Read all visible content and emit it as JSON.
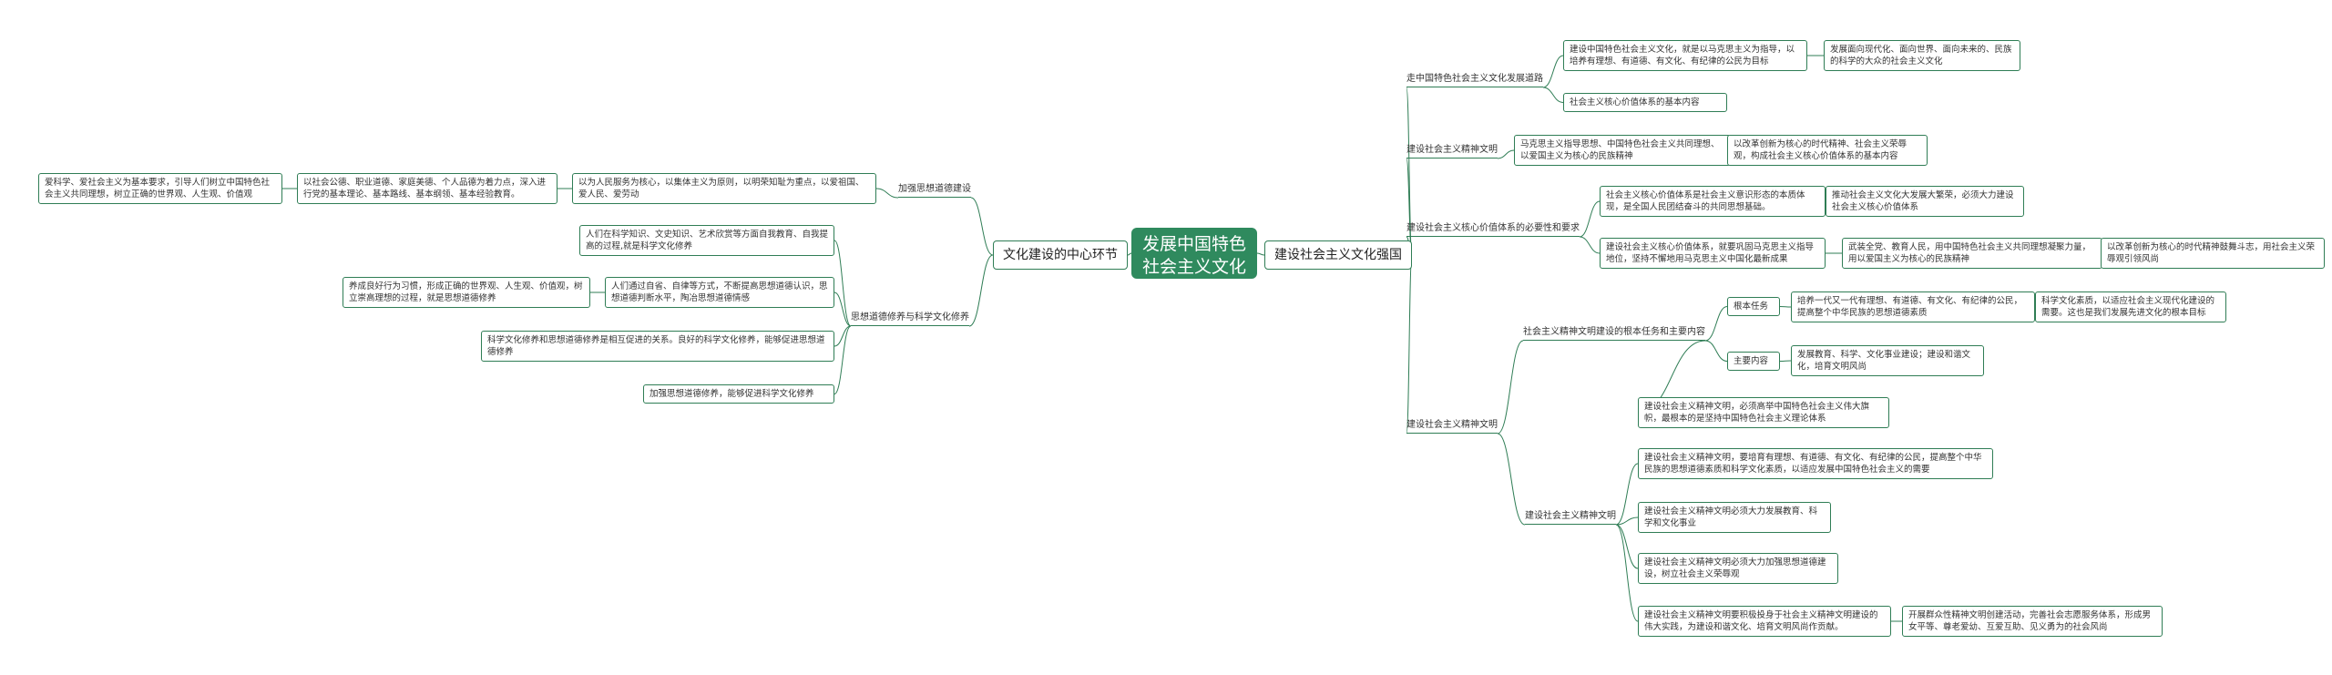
{
  "colors": {
    "accent": "#2f8a5e",
    "line": "#2f7d55",
    "text": "#333333"
  },
  "root": {
    "label": "发展中国特色社会主义文化"
  },
  "left": {
    "label": "文化建设的中心环节",
    "branches": [
      {
        "label": "加强思想道德建设",
        "chain": [
          "以为人民服务为核心，以集体主义为原则，以明荣知耻为重点，以爱祖国、爱人民、爱劳动",
          "以社会公德、职业道德、家庭美德、个人品德为着力点，深入进行党的基本理论、基本路线、基本纲领、基本经验教育。",
          "爱科学、爱社会主义为基本要求，引导人们树立中国特色社会主义共同理想，树立正确的世界观、人生观、价值观"
        ]
      },
      {
        "label": "思想道德修养与科学文化修养",
        "items": [
          {
            "text": "人们在科学知识、文史知识、艺术欣赏等方面自我教育、自我提高的过程,就是科学文化修养"
          },
          {
            "text": "人们通过自省、自律等方式，不断提高思想道德认识，思想道德判断水平，陶冶思想道德情感",
            "child": "养成良好行为习惯，形成正确的世界观、人生观、价值观，树立崇高理想的过程，就是思想道德修养"
          },
          {
            "text": "科学文化修养和思想道德修养是相互促进的关系。良好的科学文化修养，能够促进思想道德修养"
          },
          {
            "text": "加强思想道德修养，能够促进科学文化修养"
          }
        ]
      }
    ]
  },
  "right": {
    "label": "建设社会主义文化强国",
    "b1": {
      "label": "走中国特色社会主义文化发展道路",
      "c1": "建设中国特色社会主义文化，就是以马克思主义为指导，以培养有理想、有道德、有文化、有纪律的公民为目标",
      "c1child": "发展面向现代化、面向世界、面向未来的、民族的科学的大众的社会主义文化",
      "c2": "社会主义核心价值体系的基本内容"
    },
    "b2": {
      "label": "建设社会主义精神文明",
      "c1": "马克思主义指导思想、中国特色社会主义共同理想、以爱国主义为核心的民族精神",
      "c1child": "以改革创新为核心的时代精神、社会主义荣辱观，构成社会主义核心价值体系的基本内容"
    },
    "b3": {
      "label": "建设社会主义核心价值体系的必要性和要求",
      "c1": "社会主义核心价值体系是社会主义意识形态的本质体现，是全国人民团结奋斗的共同思想基础。",
      "c1child": "推动社会主义文化大发展大繁荣，必须大力建设社会主义核心价值体系",
      "c2": "建设社会主义核心价值体系，就要巩固马克思主义指导地位，坚持不懈地用马克思主义中国化最新成果",
      "c2child": "武装全党、教育人民，用中国特色社会主义共同理想凝聚力量，用以爱国主义为核心的民族精神",
      "c2child2": "以改革创新为核心的时代精神鼓舞斗志，用社会主义荣辱观引领风尚"
    },
    "b4": {
      "label": "建设社会主义精神文明",
      "s1": {
        "label": "社会主义精神文明建设的根本任务和主要内容",
        "t1": {
          "label": "根本任务",
          "c": "培养一代又一代有理想、有道德、有文化、有纪律的公民，提高整个中华民族的思想道德素质",
          "cc": "科学文化素质，以适应社会主义现代化建设的需要。这也是我们发展先进文化的根本目标"
        },
        "t2": {
          "label": "主要内容",
          "c": "发展教育、科学、文化事业建设；建设和谐文化，培育文明风尚"
        }
      },
      "s1b": "建设社会主义精神文明，必须高举中国特色社会主义伟大旗帜，最根本的是坚持中国特色社会主义理论体系",
      "s2": {
        "label": "建设社会主义精神文明",
        "items": [
          {
            "text": "建设社会主义精神文明，要培育有理想、有道德、有文化、有纪律的公民，提高整个中华民族的思想道德素质和科学文化素质，以适应发展中国特色社会主义的需要"
          },
          {
            "text": "建设社会主义精神文明必须大力发展教育、科学和文化事业"
          },
          {
            "text": "建设社会主义精神文明必须大力加强思想道德建设，树立社会主义荣辱观"
          },
          {
            "text": "建设社会主义精神文明要积极投身于社会主义精神文明建设的伟大实践，为建设和谐文化、培育文明风尚作贡献。",
            "child": "开展群众性精神文明创建活动，完善社会志愿服务体系，形成男女平等、尊老爱幼、互爱互助、见义勇为的社会风尚"
          }
        ]
      }
    }
  }
}
